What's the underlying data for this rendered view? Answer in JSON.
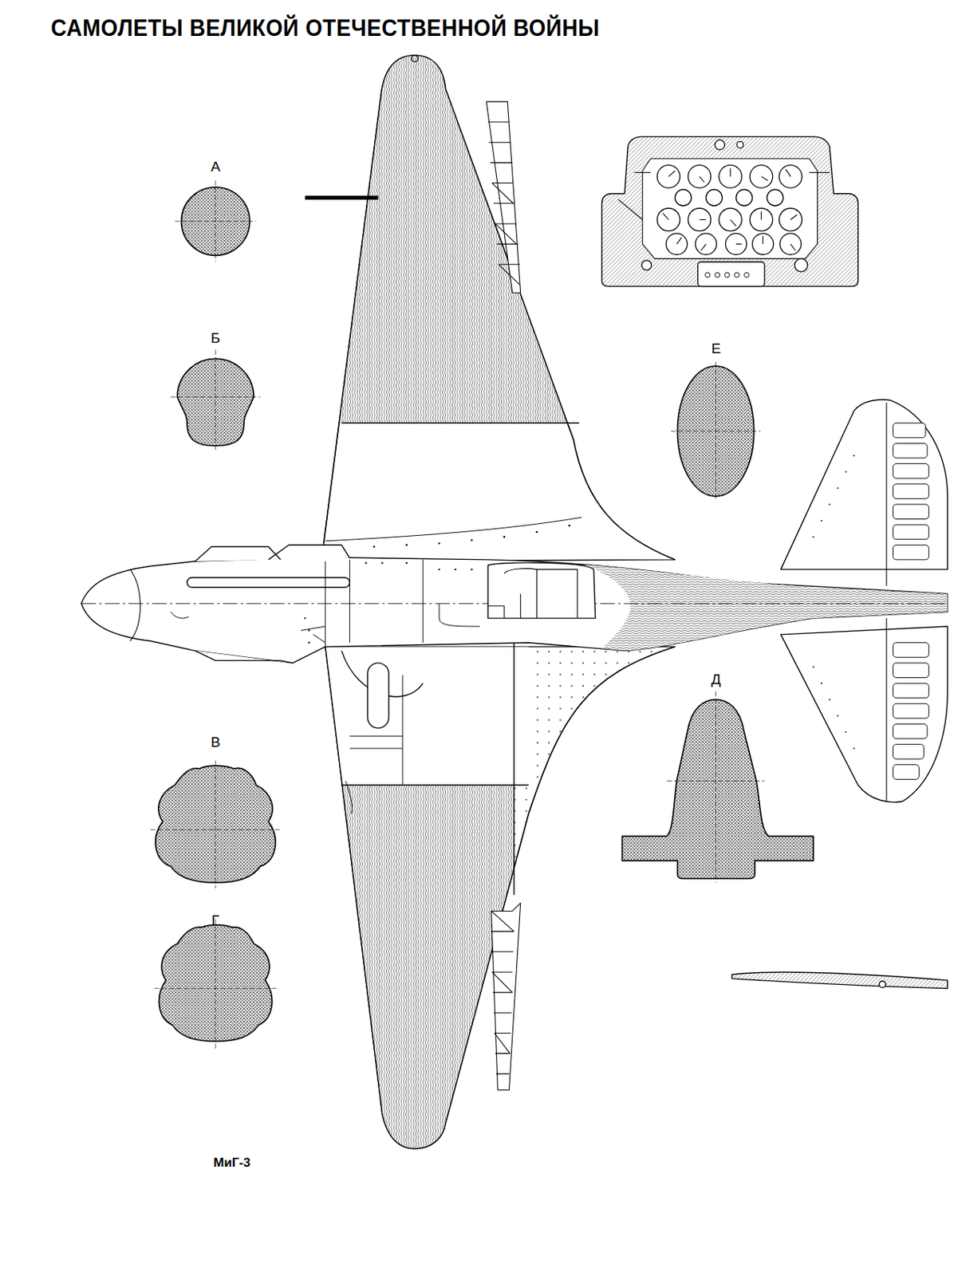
{
  "diagram": {
    "title": "САМОЛЕТЫ ВЕЛИКОЙ ОТЕЧЕСТВЕННОЙ ВОЙНЫ",
    "caption": "МиГ-3",
    "labels": [
      "А",
      "Б",
      "Е",
      "Д",
      "В",
      "Г"
    ]
  }
}
